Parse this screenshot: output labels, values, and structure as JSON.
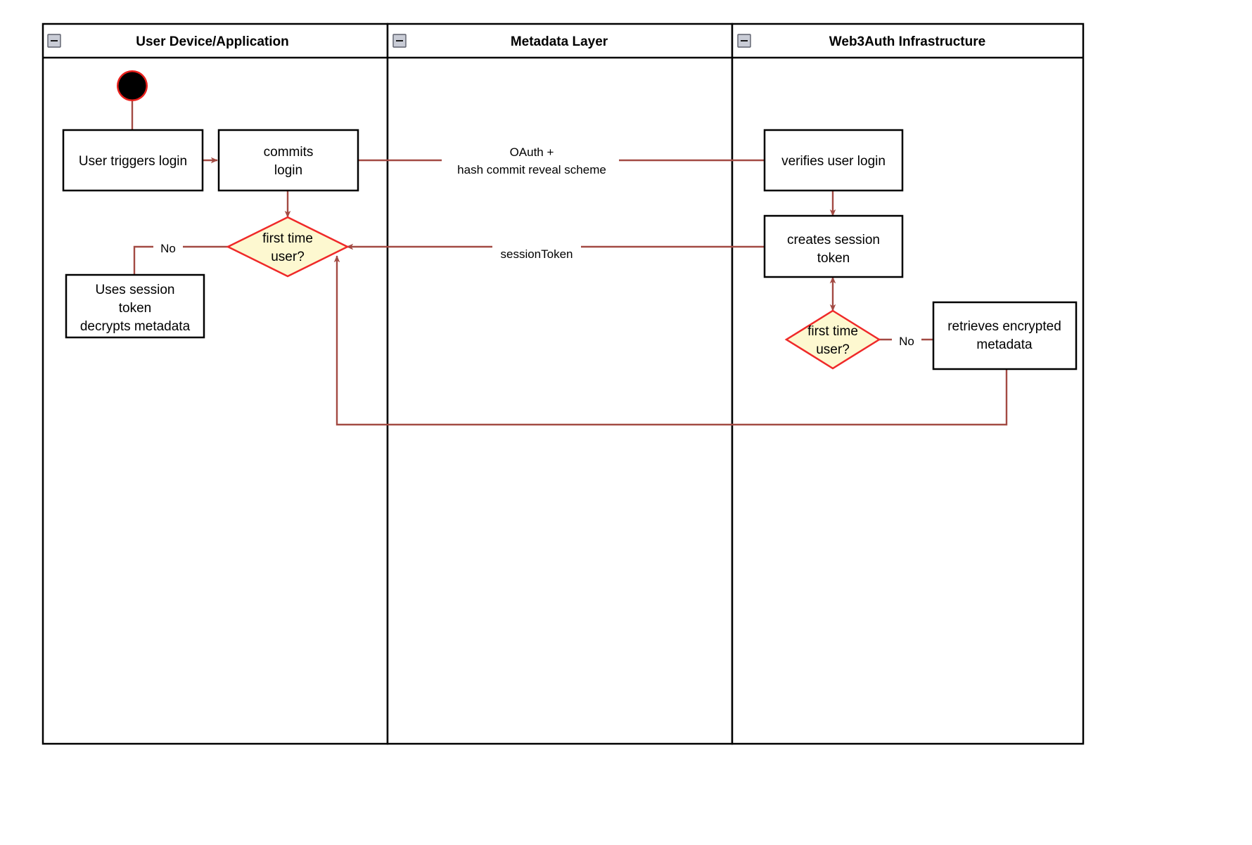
{
  "diagram": {
    "type": "uml-activity-swimlane",
    "title": "Web3Auth login flow activity diagram",
    "colors": {
      "flow_line": "#a34a43",
      "decision_fill": "#fdf8d0",
      "decision_stroke": "#ef2929",
      "node_stroke": "#000000",
      "node_fill": "#ffffff",
      "start_ring": "#e8201c",
      "start_fill": "#000000",
      "collapse_icon_fill": "#c9ccd6"
    }
  },
  "lanes": [
    {
      "id": "user-device",
      "title": "User Device/Application",
      "collapse_icon": "collapse-minus-icon"
    },
    {
      "id": "metadata-layer",
      "title": "Metadata Layer",
      "collapse_icon": "collapse-minus-icon"
    },
    {
      "id": "web3auth",
      "title": "Web3Auth Infrastructure",
      "collapse_icon": "collapse-minus-icon"
    }
  ],
  "nodes": {
    "start": {
      "kind": "initial-node",
      "label": ""
    },
    "user_triggers_login": {
      "kind": "activity",
      "lines": [
        "User triggers login"
      ]
    },
    "commits_login": {
      "kind": "activity",
      "lines": [
        "commits",
        "login"
      ]
    },
    "first_time_user_left": {
      "kind": "decision",
      "lines": [
        "first time",
        "user?"
      ]
    },
    "uses_session_token": {
      "kind": "activity",
      "lines": [
        "Uses session",
        "token",
        "decrypts metadata"
      ]
    },
    "verifies_user_login": {
      "kind": "activity",
      "lines": [
        "verifies user login"
      ]
    },
    "creates_session_token": {
      "kind": "activity",
      "lines": [
        "creates session",
        "token"
      ]
    },
    "first_time_user_right": {
      "kind": "decision",
      "lines": [
        "first time",
        "user?"
      ]
    },
    "retrieves_encrypted_metadata": {
      "kind": "activity",
      "lines": [
        "retrieves encrypted",
        "metadata"
      ]
    }
  },
  "edge_labels": {
    "oauth": {
      "lines": [
        "OAuth +",
        "hash commit reveal scheme"
      ]
    },
    "session_token": {
      "lines": [
        "sessionToken"
      ]
    },
    "no_left": {
      "lines": [
        "No"
      ]
    },
    "no_right": {
      "lines": [
        "No"
      ]
    }
  }
}
